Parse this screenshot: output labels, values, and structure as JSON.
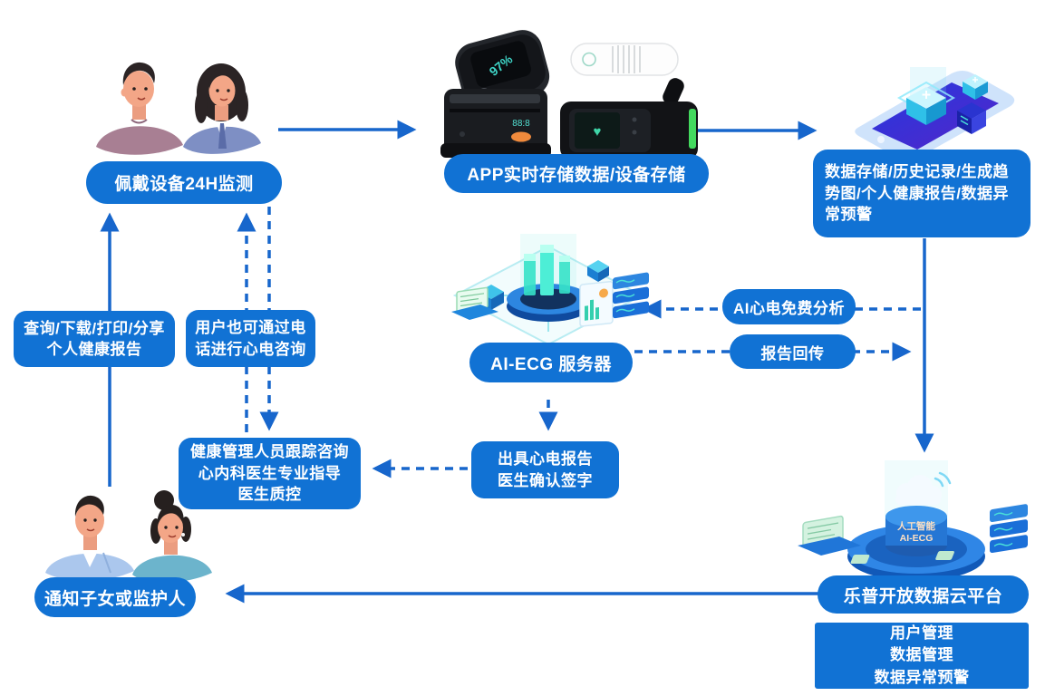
{
  "nodes": {
    "wear": {
      "label": "佩戴设备24H监测"
    },
    "app_store": {
      "label": "APP实时存储数据/设备存储"
    },
    "data_store": {
      "label": "数据存储/历史记录/生成趋\n势图/个人健康报告/数据异\n常预警"
    },
    "ai_server": {
      "label": "AI-ECG 服务器"
    },
    "ai_analysis": {
      "label": "AI心电免费分析"
    },
    "report_return": {
      "label": "报告回传"
    },
    "query_report": {
      "label": "查询/下载/打印/分享\n个人健康报告"
    },
    "phone_consult": {
      "label": "用户也可通过电\n话进行心电咨询"
    },
    "health_manage": {
      "label": "健康管理人员跟踪咨询\n心内科医生专业指导\n医生质控"
    },
    "issue_report": {
      "label": "出具心电报告\n医生确认签字"
    },
    "notify_family": {
      "label": "通知子女或监护人"
    },
    "cloud_platform": {
      "label": "乐普开放数据云平台"
    },
    "platform_functions": {
      "label": "用户管理\n数据管理\n数据异常预警"
    }
  },
  "illustrations": {
    "oximeter_reading": "97%",
    "cloud_badge_line1": "人工智能",
    "cloud_badge_line2": "AI-ECG",
    "holter_heart": "♥"
  },
  "colors": {
    "node_blue": "#1172d4",
    "arrow_blue": "#1766cc",
    "background": "#ffffff"
  }
}
